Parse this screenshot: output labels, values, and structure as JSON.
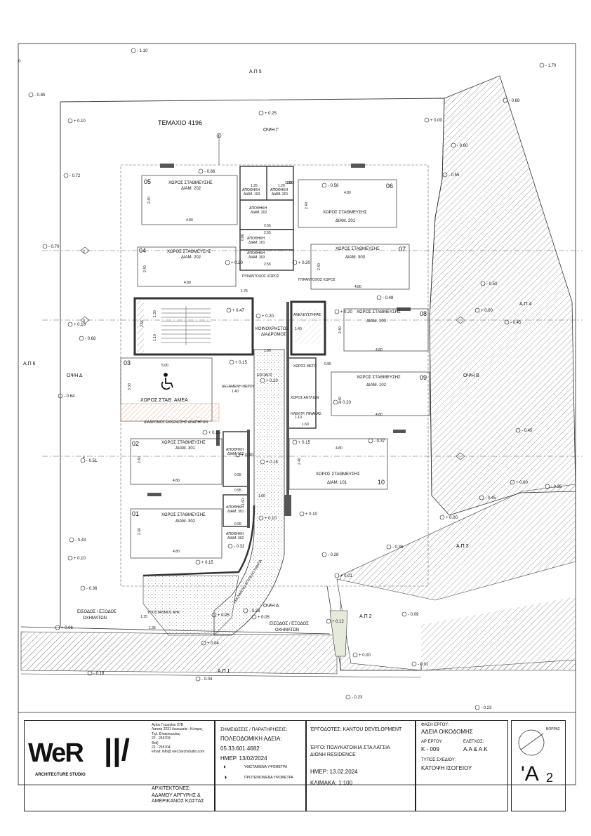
{
  "plan": {
    "plot_title": "ΤΕΜΑΧΙΟ 4196",
    "zero_mark": "0",
    "common_corridor": [
      "ΚΟΙΝΟΧΡΗΣΤΟΣ",
      "ΔΙΑΔΡΟΜΟΣ"
    ],
    "elevator_label": "ΑΝΕΛΚΥΣΤΗΡΑΣ",
    "entrance_label": "ΕΙΣΟΔΟΣ",
    "water_tank": [
      "ΔΕΞΑΜΕΝΗ ΝΕΡΟΥ",
      "1.40"
    ],
    "disabled_space": "ΧΩΡΟΣ ΣΤΑΘ. ΑΜΕΑ",
    "disabled_strip": "ΔΙΑΔΡΟΜΟΣ ΕΚΚΕΝΩΣΗΣ ΑΝΑΠΗΡΩΝ",
    "ramp_label": "ΚΕΚΛΙΜΕΝΟ ΕΠΙΠΕΔΟ ΡΑΜΠΑ",
    "vehicle_entrance": [
      "ΕΙΣΟΔΟΣ / ΕΞΟΔΟΣ",
      "ΟΧΗΜΑΤΩΝ"
    ],
    "views": [
      "ΟΨΗ Γ",
      "ΟΨΗ Δ",
      "ΟΨΗ Β",
      "ΟΨΗ Α"
    ],
    "boundaries": [
      "Α.Π 5",
      "Α.Π 6",
      "Α.Π 4",
      "Α.Π 3",
      "Α.Π 2",
      "Α.Π 1"
    ],
    "parking": [
      {
        "num": "05",
        "title": "ΧΩΡΟΣ ΣΤΑΘΜΕΥΣΗΣ",
        "unit": "ΔΙΑΜ. 202",
        "w": "4.80",
        "h": "2.40"
      },
      {
        "num": "04",
        "title": "ΧΩΡΟΣ ΣΤΑΘΜΕΥΣΗΣ",
        "unit": "ΔΙΑΜ. 202",
        "w": "4.80",
        "h": "2.40"
      },
      {
        "num": "06",
        "title": "ΧΩΡΟΣ ΣΤΑΘΜΕΥΣΗΣ",
        "unit": "ΔΙΑΜ. 201",
        "w": "4.80",
        "h": "2.40"
      },
      {
        "num": "07",
        "title": "ΧΩΡΟΣ ΣΤΑΘΜΕΥΣΗΣ",
        "unit": "ΔΙΑΜ. 303",
        "w": "4.80",
        "h": "2.40"
      },
      {
        "num": "08",
        "title": "ΧΩΡΟΣ ΣΤΑΘΜΕΥΣΗΣ",
        "unit": "ΔΙΑΜ. 103",
        "w": "4.80",
        "h": "2.40"
      },
      {
        "num": "09",
        "title": "ΧΩΡΟΣ ΣΤΑΘΜΕΥΣΗΣ",
        "unit": "ΔΙΑΜ. 102",
        "w": "4.80",
        "h": "2.40"
      },
      {
        "num": "10",
        "title": "ΧΩΡΟΣ ΣΤΑΘΜΕΥΣΗΣ",
        "unit": "ΔΙΑΜ. 101",
        "w": "4.80",
        "h": "2.40"
      },
      {
        "num": "02",
        "title": "ΧΩΡΟΣ ΣΤΑΘΜΕΥΣΗΣ",
        "unit": "ΔΙΑΜ. 301",
        "w": "4.80",
        "h": "2.40"
      },
      {
        "num": "01",
        "title": "ΧΩΡΟΣ ΣΤΑΘΜΕΥΣΗΣ",
        "unit": "ΔΙΑΜ. 302",
        "w": "4.80",
        "h": "2.40"
      },
      {
        "num": "03",
        "title": "",
        "unit": "",
        "w": "5.00",
        "h": "3.30"
      }
    ],
    "storage": [
      [
        "ΑΠΟΘΗΚΗ",
        "ΔΙΑΜ. 103"
      ],
      [
        "ΑΠΟΘΗΚΗ",
        "ΔΙΑΜ. 201"
      ],
      [
        "ΑΠΟΘΗΚΗ",
        "ΔΙΑΜ. 202"
      ],
      [
        "ΑΠΟΘΗΚΗ",
        "ΔΙΑΜ. 101"
      ],
      [
        "ΑΠΟΘΗΚΗ",
        "ΔΙΑΜ. 303"
      ],
      [
        "ΑΠΟΘΗΚΗ",
        "ΔΙΑΜ. 102"
      ],
      [
        "ΑΠΟΘΗΚΗ",
        "ΔΙΑΜ. 301"
      ],
      [
        "ΑΠΟΘΗΚΗ",
        "ΔΙΑΜ. 302"
      ]
    ],
    "small_rooms": [
      "ΠΥΡΑΝΤΟΧΟΣ ΧΩΡΟΣ",
      "ΠΥΡΑΝΤΟΧΟΣ ΧΩΡΟΣ",
      "ΧΩΡΟΣ ΜΕΤΡ.",
      "ΧΩΡΟΣ ΑΝΤΛΙΩΝ",
      "ΗΛΕΚΤΡ. ΠΙΝΑΚΑΣ",
      "ΥΠΟΣΤΑΘΜΟΣ ΑΗΚ"
    ],
    "dims": [
      "1.25",
      "1.20",
      "1.50",
      "2.55",
      "2.55",
      "0.80",
      "2.55",
      "1.75",
      "1.60",
      "1.40",
      "1.60",
      "1.10",
      "2.55",
      "1.30",
      "1.10",
      "0.95",
      "1.35",
      "1.15",
      "0.95",
      "0.95",
      "1.60",
      "1.60",
      "0.95",
      "1.50"
    ],
    "levels_left": [
      "- 1.10",
      "- 0.85",
      "+ 0.10",
      "- 0.72",
      "- 0.70",
      "+ 0.10",
      "- 0.68",
      "- 0.64",
      "- 0.51",
      "- 0.43",
      "+ 0.10",
      "- 0.36",
      "+ 0.06",
      "- 0.18",
      "- 0.04"
    ],
    "levels_mid": [
      "+ 0.25",
      "- 0.66",
      "- 0.58",
      "+ 0.20",
      "+ 0.20",
      "+ 0.47",
      "+ 0.20",
      "+ 0.20",
      "+ 0.15",
      "+ 0.20",
      "+ 0.20",
      "+ 0.15",
      "+ 0.15",
      "+ 0.30",
      "+ 0.15",
      "+ 0.10",
      "- 0.32",
      "+ 0.15",
      "+ 0.10",
      "+ 0.05",
      "- 0.23",
      "+ 0.05",
      "+ 0.04",
      "- 0.37",
      "- 0.48"
    ],
    "levels_right": [
      "- 1.70",
      "- 0.68",
      "+ 0.00",
      "- 0.60",
      "- 0.55",
      "- 0.50",
      "+ 0.00",
      "- 0.45",
      "- 0.45",
      "+ 0.00",
      "- 0.35",
      "- 0.45",
      "+ 0.00",
      "- 0.36",
      "- 0.28",
      "+ 0.01",
      "+ 0.12",
      "- 0.09",
      "+ 0.00",
      "- 0.01",
      "- 0.23",
      "- 0.23"
    ],
    "grid_axes": [
      "1",
      "2",
      "3",
      "4"
    ]
  },
  "title_block": {
    "logo_text": "WeR",
    "logo_sub": "ARCHITECTURE STUDIO",
    "address": [
      "Αγίου Γεωργίου 37Β",
      "Λατσιά 2231 Λευκωσία - Κύπρος",
      "Τηλ. Επικοινωνίας:",
      "22 - 255703",
      "Φαξ:",
      "22 - 255704",
      "email: info@ we13archstudio.com"
    ],
    "architects_label": "ΑΡΧΙΤΕΚΤΟΝΕΣ:",
    "architects": "ΑΔΑΜΟΥ ΑΡΓΥΡΗΣ  &  ΑΜΕΡΙΚΑΝΟΣ ΚΩΣΤΑΣ",
    "notes_label": "ΣΗΜΕΙΩΣΕΙΣ / ΠΑΡΑΤΗΡΗΣΕΙΣ:",
    "permit_label": "ΠΟΛΕΟΔΟΜΙΚΗ ΑΔΕΙΑ:",
    "permit_no": "05.33.601.4682",
    "permit_date": "ΗΜΕΡ. 13/02/2024",
    "legend_existing": "ΥΦΙΣΤΑΜΕΝΑ ΥΨΟΜΕΤΡΑ",
    "legend_proposed": "ΠΡΟΤΕΙΝΟΜΕΝΑ ΥΨΟΜΕΤΡΑ",
    "client": "ΈΡΓΟΔΟΤΕΣ: KANTOU DEVELOPMENT",
    "project": [
      "ΈΡΓΟ: ΠΟΛΥΚΑΤΟΙΚΙΑ ΣΤΑ ΛΑΤΣΙΑ",
      "ΔΙΩΝΗ RESIDENCE"
    ],
    "date": "ΗΜΕΡ: 13.02.2024",
    "scale": "ΚΛΙΜΑΚΑ: 1:100",
    "phase_label": "ΦΑΣΗ ΕΡΓΟΥ:",
    "phase": "ΑΔΕΙΑ ΟΙΚΟΔΟΜΗΣ",
    "number_label": "ΑΡ ΕΡΓΟΥ:",
    "number": "Κ - 009",
    "checked_label": "ΕΛΕΓΧΟΣ:",
    "checked": "Α.Α  &  Α.Κ",
    "type_label": "ΤΥΠΟΣ ΣΧΕΔΙΟΥ:",
    "type": "ΚΑΤΟΨΗ ΙΣΟΓΕΙΟΥ",
    "north": "ΒΟΡΡΑΣ",
    "sheet": "'Α",
    "sheet_sub": "2"
  }
}
